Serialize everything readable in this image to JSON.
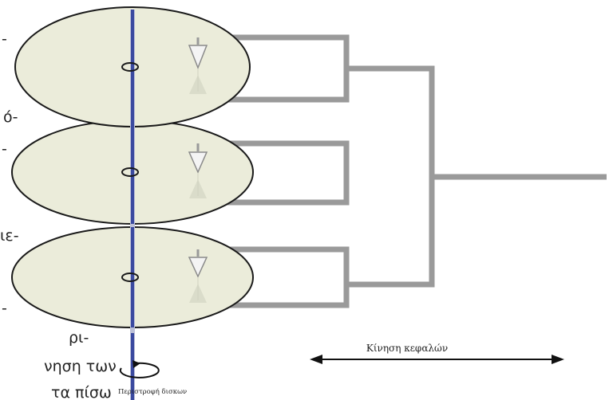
{
  "labels": {
    "head_movement": "Κίνηση κεφαλών",
    "disk_rotation": "Περιστροφή δισκων"
  },
  "cutoff_text": {
    "line_1": "-",
    "line_2": "ό-",
    "line_3": "-",
    "line_4": "ιε-",
    "line_5": "-",
    "line_6": "ρι-",
    "line_7": "νηση των",
    "line_8": "τα πίσω"
  },
  "colors": {
    "platter_fill": "#ebecda",
    "platter_stroke": "#1a1a1a",
    "spindle": "#3b4aa0",
    "arm": "#9a9a9a",
    "head": "#c8c8c8",
    "arrow": "#111111"
  }
}
